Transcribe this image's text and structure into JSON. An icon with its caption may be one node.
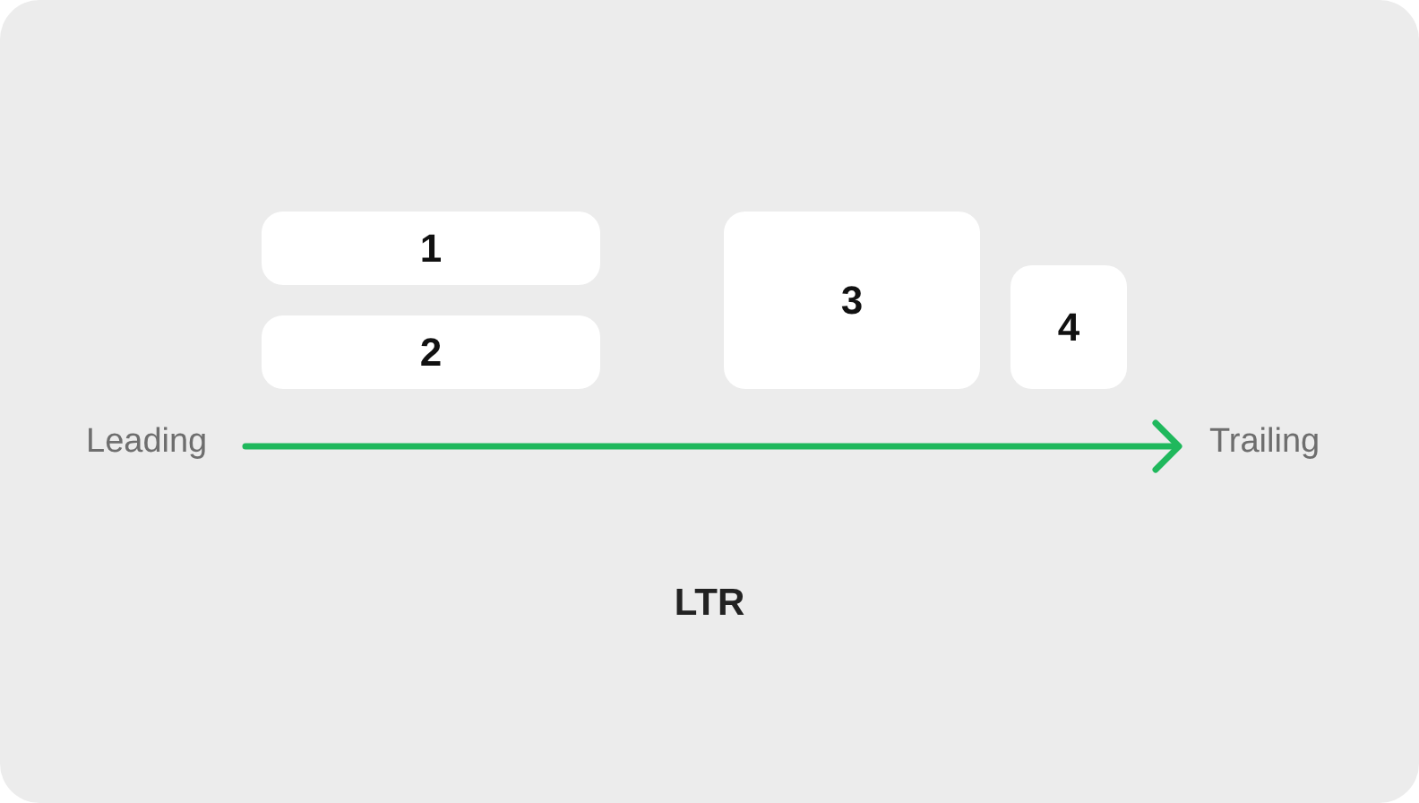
{
  "diagram": {
    "caption": "LTR",
    "nodes": [
      {
        "text": [
          "1"
        ]
      },
      {
        "text": [
          "2"
        ]
      },
      {
        "text": [
          "3"
        ]
      },
      {
        "text": [
          "4"
        ]
      }
    ],
    "labels": [
      "Leading",
      "Trailing"
    ]
  }
}
